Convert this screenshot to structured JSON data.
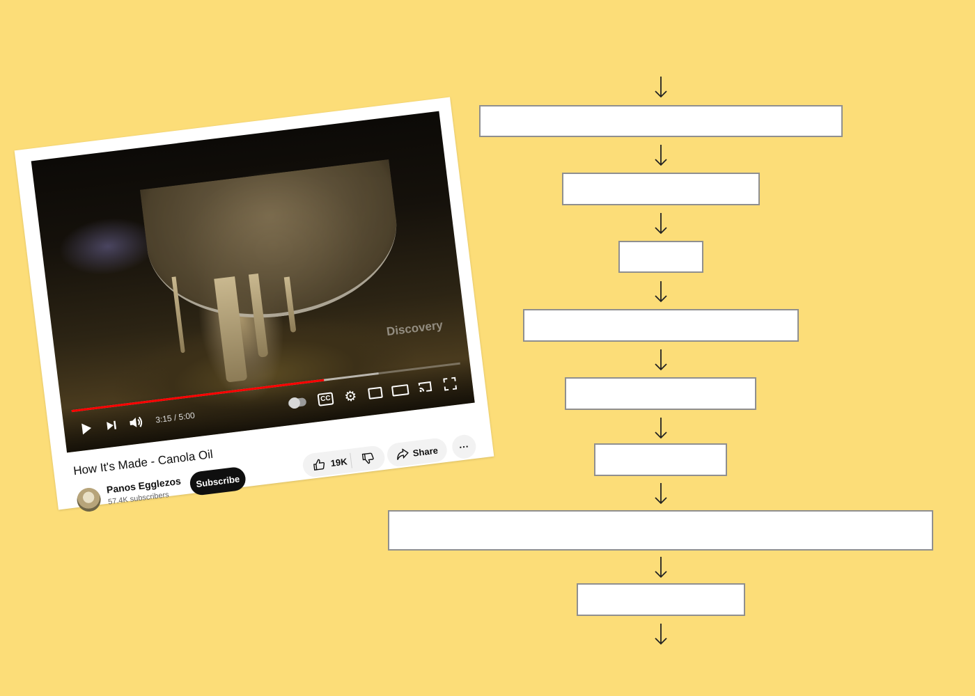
{
  "video": {
    "watermark": "Discovery",
    "time_display": "3:15 / 5:00",
    "progress_fraction": 0.65,
    "buffer_fraction": 0.79,
    "cc_label": "CC",
    "title": "How It's Made - Canola Oil",
    "channel": {
      "name": "Panos Egglezos",
      "subscribers": "57.4K subscribers"
    },
    "subscribe_label": "Subscribe",
    "like_count": "19K",
    "share_label": "Share",
    "more_label": "···"
  },
  "flowchart": {
    "box_count": 8,
    "arrow_glyph": "↓",
    "boxes": [
      "",
      "",
      "",
      "",
      "",
      "",
      "",
      ""
    ]
  },
  "colors": {
    "background": "#fcdd78",
    "progress_played": "#ff0000",
    "box_border": "#8f8f8f"
  }
}
